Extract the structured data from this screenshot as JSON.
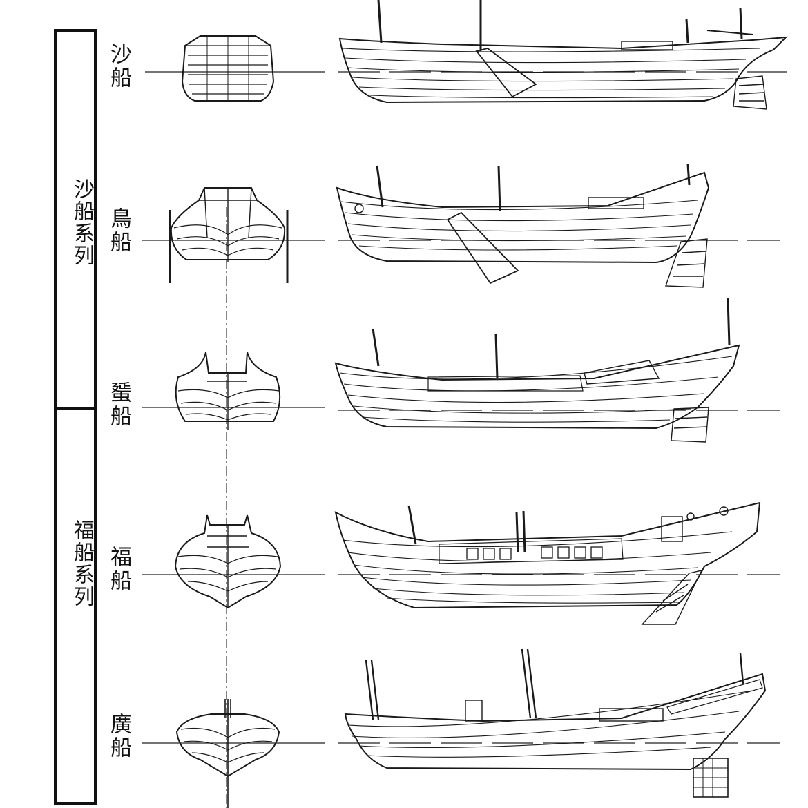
{
  "groups": [
    {
      "label": "沙船系列"
    },
    {
      "label": "福船系列"
    }
  ],
  "ships": [
    {
      "label": "沙船"
    },
    {
      "label": "鳥船"
    },
    {
      "label": "蜑船"
    },
    {
      "label": "福船"
    },
    {
      "label": "廣船"
    }
  ],
  "colors": {
    "ink": "#1a1a1a",
    "paper": "#ffffff"
  }
}
